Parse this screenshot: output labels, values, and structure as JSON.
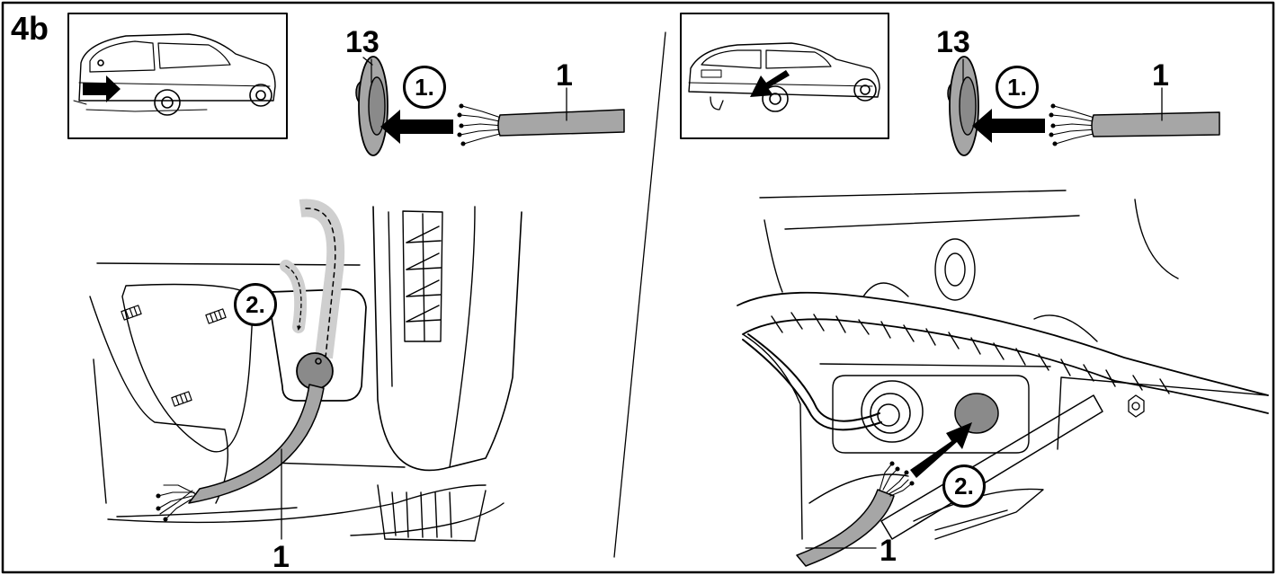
{
  "figure_label": "4b",
  "left_panel": {
    "grommet_label": "13",
    "cable_label_top": "1",
    "step1": "1.",
    "step2": "2.",
    "cable_label_bottom": "1"
  },
  "right_panel": {
    "grommet_label": "13",
    "cable_label_top": "1",
    "step1": "1.",
    "step2": "2.",
    "cable_label_bottom": "1"
  },
  "colors": {
    "cable": "#a6a6a6",
    "ink": "#000000",
    "paper": "#ffffff"
  }
}
